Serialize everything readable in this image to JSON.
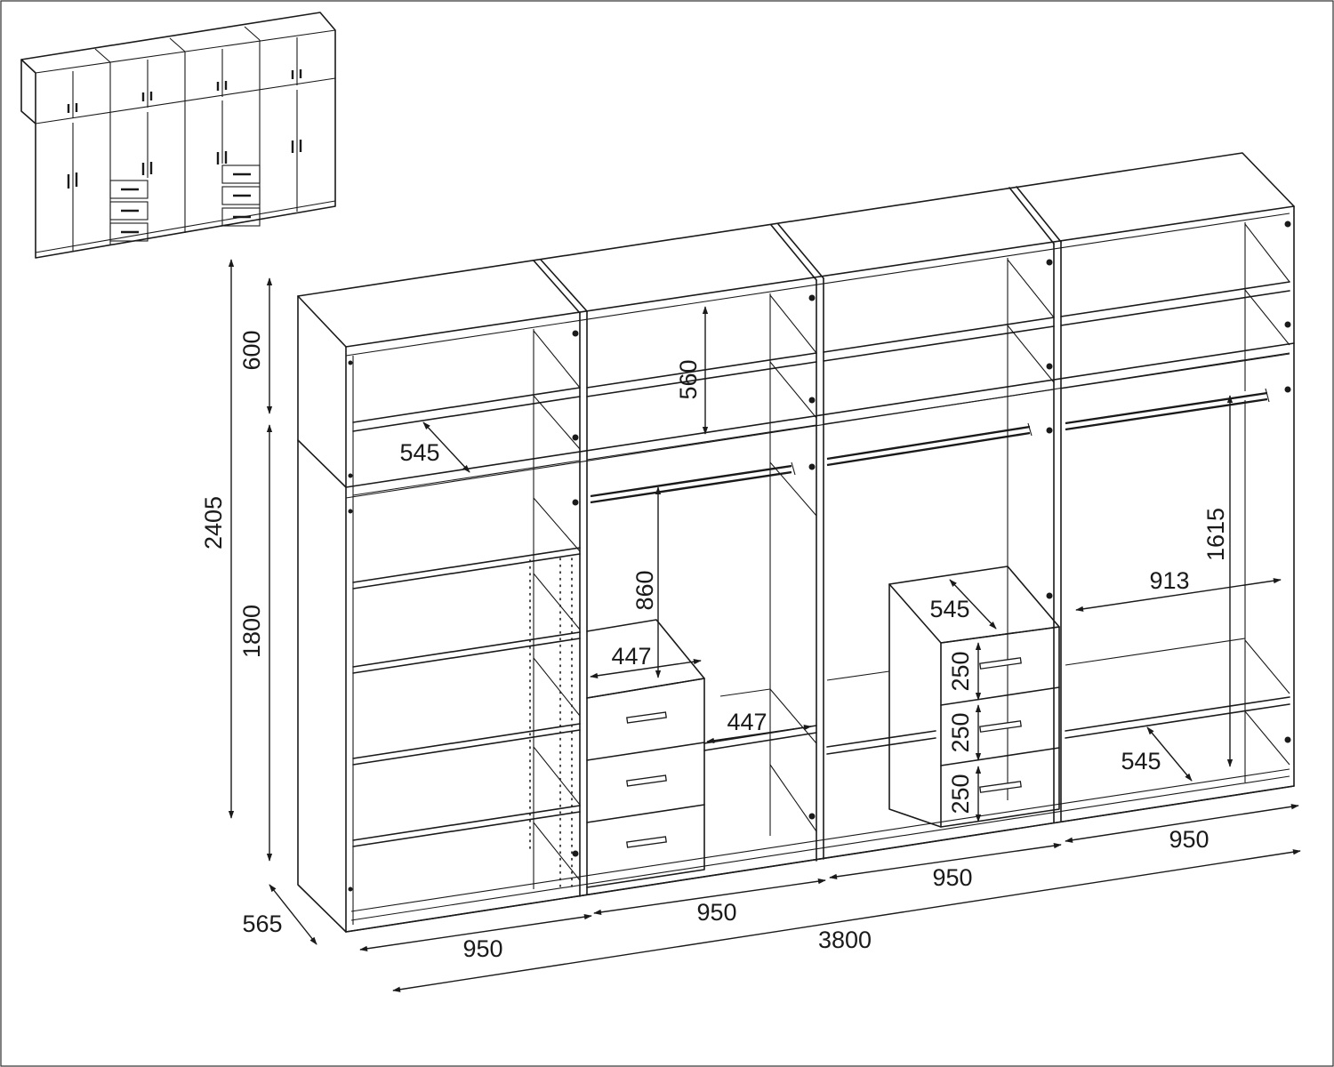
{
  "diagram": {
    "frame_color": "#1a1a1a",
    "background": "#ffffff",
    "labels": {
      "total_height": "2405",
      "top_height": "600",
      "lower_height": "1800",
      "depth": "565",
      "total_width": "3800",
      "module_widths": [
        "950",
        "950",
        "950",
        "950"
      ],
      "top_shelf_height": "560",
      "shelf_depth_left": "545",
      "rail_clearance": "860",
      "drawer_unit_width": "447",
      "compartment_width": "447",
      "drawer_unit_depth": "545",
      "drawer_heights": [
        "250",
        "250",
        "250"
      ],
      "inner_width_right": "913",
      "hanging_height_right": "1615",
      "shelf_depth_right": "545"
    }
  }
}
